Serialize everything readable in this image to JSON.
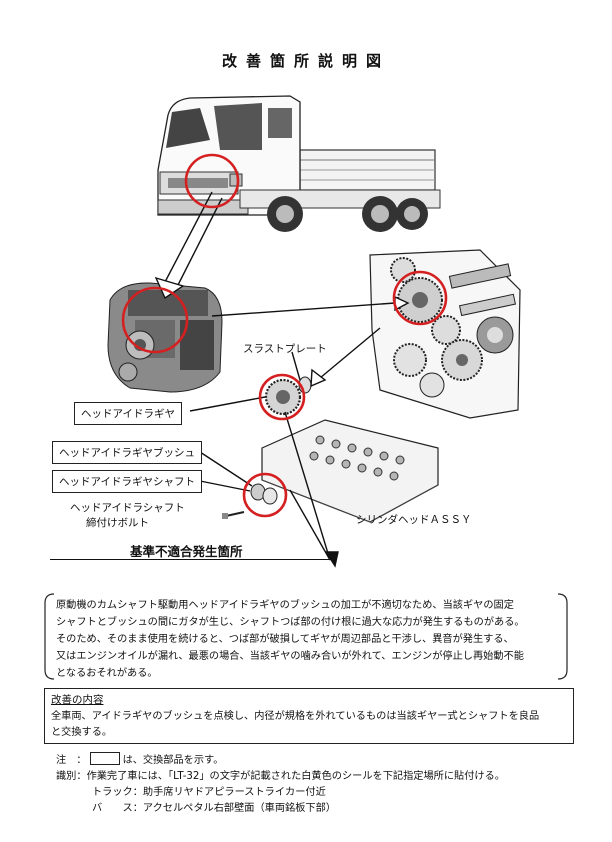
{
  "title": "改善箇所説明図",
  "labels": {
    "thrust_plate": "スラストプレート",
    "head_idler_gear": "ヘッドアイドラギヤ",
    "head_idler_gear_bush": "ヘッドアイドラギヤブッシュ",
    "head_idler_gear_shaft": "ヘッドアイドラギヤシャフト",
    "head_idler_shaft_bolt_line1": "ヘッドアイドラシャフト",
    "head_idler_shaft_bolt_line2": "締付けボルト",
    "cylinder_head_assy": "シリンダヘッドＡＳＳＹ",
    "nonconformity_location": "基準不適合発生箇所"
  },
  "description": [
    "原動機のカムシャフト駆動用ヘッドアイドラギヤのブッシュの加工が不適切なため、当該ギヤの固定",
    "シャフトとブッシュの間にガタが生じ、シャフトつば部の付け根に過大な応力が発生するものがある。",
    "そのため、そのまま使用を続けると、つば部が破損してギヤが周辺部品と干渉し、異音が発生する、",
    "又はエンジンオイルが漏れ、最悪の場合、当該ギヤの噛み合いが外れて、エンジンが停止し再始動不能",
    "となるおそれがある。"
  ],
  "improvement": {
    "heading": "改善の内容",
    "lines": [
      "全車両、アイドラギヤのブッシュを点検し、内径が規格を外れているものは当該ギヤー式とシャフトを良品",
      "と交換する。"
    ]
  },
  "notes": {
    "note_prefix": "注　：",
    "note_text": "は、交換部品を示す。",
    "mark_prefix": "識別：",
    "mark_text": "作業完了車には、「LT-32」の文字が記載された白黄色のシールを下記指定場所に貼付ける。",
    "truck": "トラック：助手席リヤドアピラーストライカー付近",
    "bus": "バ　　ス：アクセルペタル右部壁面（車両銘板下部）"
  },
  "colors": {
    "circle": "#d42020",
    "line": "#111111"
  }
}
